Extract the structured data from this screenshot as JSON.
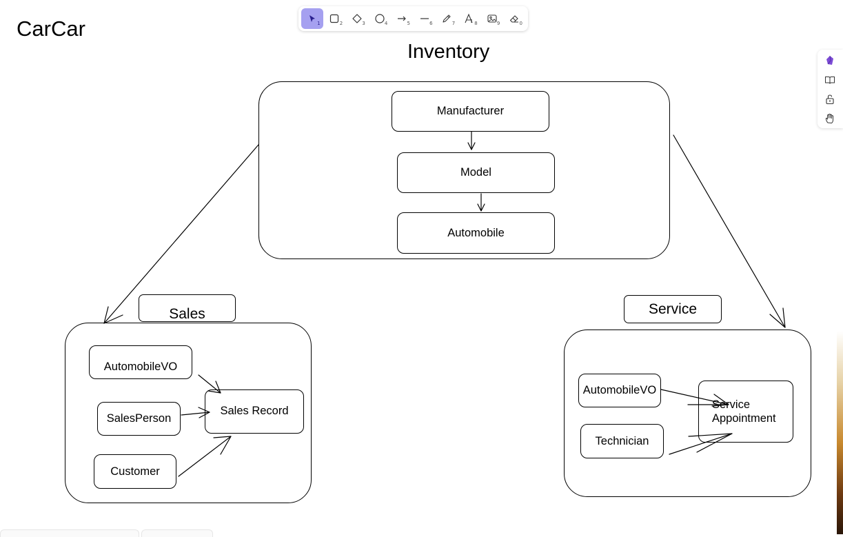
{
  "app": {
    "title": "CarCar"
  },
  "toolbar": {
    "tools": [
      {
        "name": "selection-tool",
        "number": "1",
        "active": true
      },
      {
        "name": "rectangle-tool",
        "number": "2"
      },
      {
        "name": "diamond-tool",
        "number": "3"
      },
      {
        "name": "ellipse-tool",
        "number": "4"
      },
      {
        "name": "arrow-tool",
        "number": "5"
      },
      {
        "name": "line-tool",
        "number": "6"
      },
      {
        "name": "pencil-tool",
        "number": "7"
      },
      {
        "name": "text-tool",
        "number": "8"
      },
      {
        "name": "image-tool",
        "number": "9"
      },
      {
        "name": "eraser-tool",
        "number": "0"
      }
    ],
    "accent": "#a5a0f0"
  },
  "side_rail": {
    "icons": [
      "gem-icon",
      "library-icon",
      "unlock-icon",
      "hand-icon"
    ]
  },
  "diagram": {
    "inventory": {
      "title": "Inventory",
      "manufacturer": "Manufacturer",
      "model": "Model",
      "automobile": "Automobile"
    },
    "sales": {
      "title": "Sales",
      "automobile_vo": "AutomobileVO",
      "sales_person": "SalesPerson",
      "customer": "Customer",
      "sales_record": "Sales Record"
    },
    "service": {
      "title": "Service",
      "automobile_vo": "AutomobileVO",
      "technician": "Technician",
      "appointment_line1": "Service",
      "appointment_line2": "Appointment"
    }
  }
}
